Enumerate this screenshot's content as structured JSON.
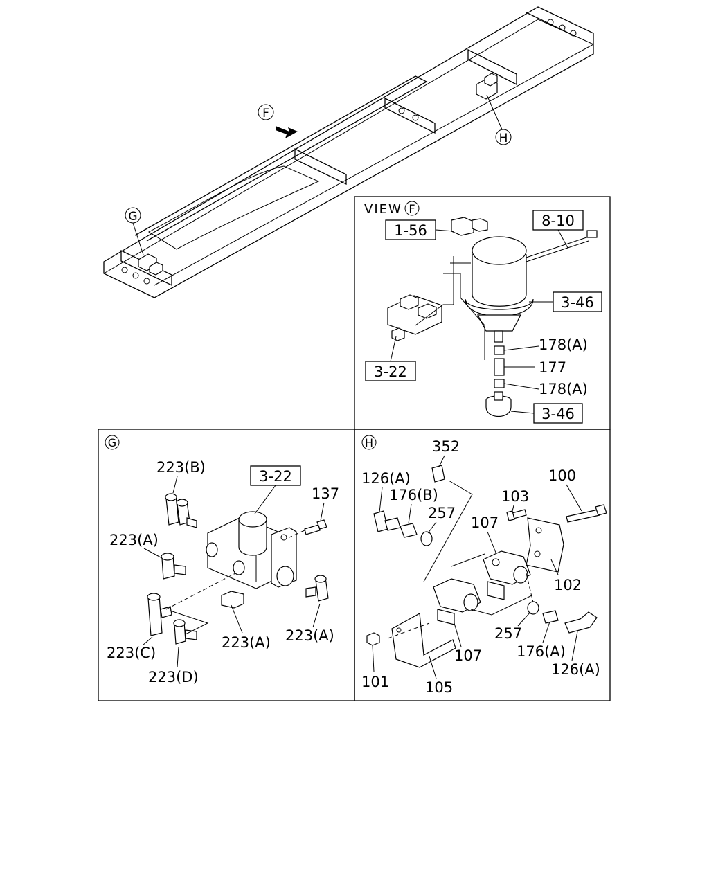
{
  "overview": {
    "view_marker": "F",
    "callout_g": "G",
    "callout_h": "H"
  },
  "view_f": {
    "title": "VIEW",
    "title_marker": "F",
    "refs": {
      "r1_56": "1-56",
      "r8_10": "8-10",
      "r3_46_top": "3-46",
      "r3_22": "3-22",
      "r3_46_bottom": "3-46"
    },
    "parts": {
      "p178a_top": "178(A)",
      "p177": "177",
      "p178a_bottom": "178(A)"
    }
  },
  "view_g": {
    "marker": "G",
    "ref_3_22": "3-22",
    "parts": {
      "p223b": "223(B)",
      "p223a_left": "223(A)",
      "p137": "137",
      "p223c": "223(C)",
      "p223d": "223(D)",
      "p223a_mid": "223(A)",
      "p223a_right": "223(A)"
    }
  },
  "view_h": {
    "marker": "H",
    "parts": {
      "p352": "352",
      "p126a_top": "126(A)",
      "p176b": "176(B)",
      "p257_top": "257",
      "p107_top": "107",
      "p103": "103",
      "p100": "100",
      "p102": "102",
      "p257_bottom": "257",
      "p176a": "176(A)",
      "p126a_bottom": "126(A)",
      "p107_bottom": "107",
      "p101": "101",
      "p105": "105"
    }
  }
}
